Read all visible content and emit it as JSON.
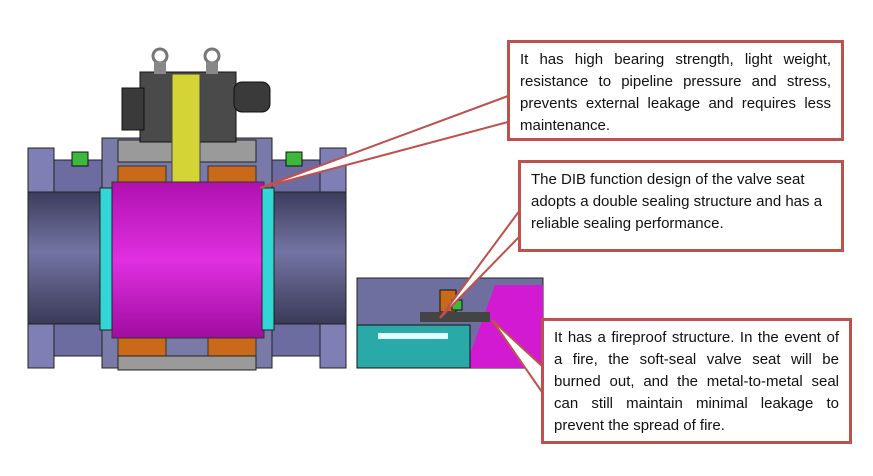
{
  "callouts": {
    "bearing": "It has high bearing strength, light weight, resistance to pipeline pressure and stress, prevents external leakage and requires less maintenance.",
    "dib_seat": "The DIB function design of the valve seat adopts a double sealing structure and has a reliable sealing performance.",
    "fireproof": "It has a fireproof structure. In the event of a fire, the soft-seal valve seat will be burned out, and the metal-to-metal seal can still maintain minimal leakage to prevent the spread of fire."
  },
  "colors": {
    "callout_border": "#c0504d",
    "body_steel": "#6f6f9a",
    "ball": "#d21ad2",
    "stem": "#d4d436",
    "seat_ring": "#33d6d6",
    "bearing": "#c86a1a",
    "flange": "#8080b8"
  }
}
